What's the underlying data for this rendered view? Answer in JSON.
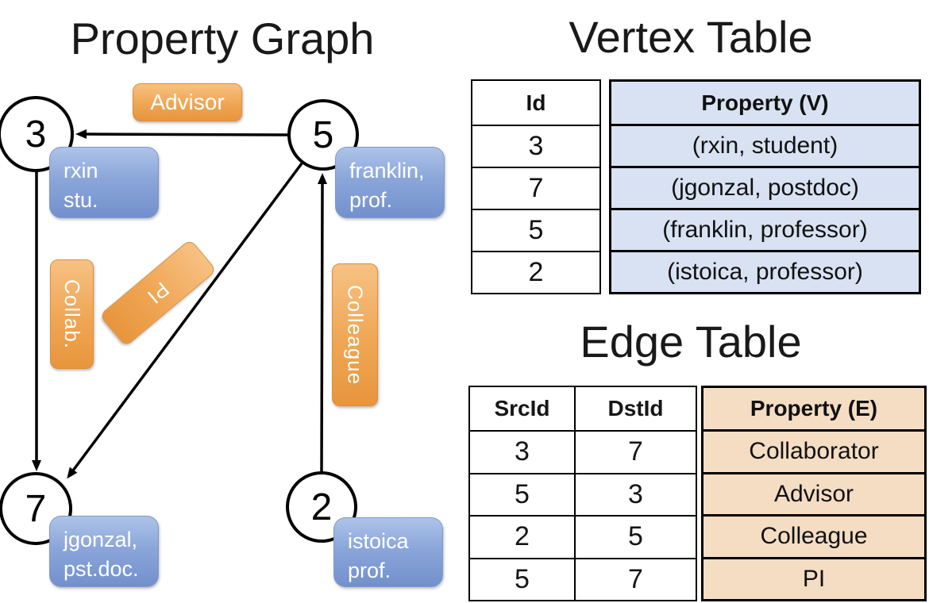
{
  "graph": {
    "title": "Property Graph",
    "nodes": [
      {
        "id": "3",
        "lines": [
          "rxin",
          "stu."
        ]
      },
      {
        "id": "5",
        "lines": [
          "franklin,",
          "prof."
        ]
      },
      {
        "id": "7",
        "lines": [
          "jgonzal,",
          "pst.doc."
        ]
      },
      {
        "id": "2",
        "lines": [
          "istoica",
          "prof."
        ]
      }
    ],
    "edge_pills": [
      {
        "label": "Advisor"
      },
      {
        "label": "Collab."
      },
      {
        "label": "PI"
      },
      {
        "label": "Colleague"
      }
    ],
    "edges": [
      {
        "src": "5",
        "dst": "3",
        "label": "Advisor"
      },
      {
        "src": "3",
        "dst": "7",
        "label": "Collab."
      },
      {
        "src": "5",
        "dst": "7",
        "label": "PI"
      },
      {
        "src": "2",
        "dst": "5",
        "label": "Colleague"
      }
    ]
  },
  "vertex_table": {
    "title": "Vertex Table",
    "headers": {
      "id": "Id",
      "property": "Property (V)"
    },
    "rows": [
      {
        "id": "3",
        "property": "(rxin, student)"
      },
      {
        "id": "7",
        "property": "(jgonzal, postdoc)"
      },
      {
        "id": "5",
        "property": "(franklin, professor)"
      },
      {
        "id": "2",
        "property": "(istoica, professor)"
      }
    ]
  },
  "edge_table": {
    "title": "Edge Table",
    "headers": {
      "src": "SrcId",
      "dst": "DstId",
      "property": "Property (E)"
    },
    "rows": [
      {
        "src": "3",
        "dst": "7",
        "property": "Collaborator"
      },
      {
        "src": "5",
        "dst": "3",
        "property": "Advisor"
      },
      {
        "src": "2",
        "dst": "5",
        "property": "Colleague"
      },
      {
        "src": "5",
        "dst": "7",
        "property": "PI"
      }
    ]
  },
  "colors": {
    "orange_pill": "#efa654",
    "blue_pill": "#8aa6d9",
    "vertex_property_bg": "#d9e2f2",
    "edge_property_bg": "#f4ddc3",
    "line": "#000000"
  }
}
